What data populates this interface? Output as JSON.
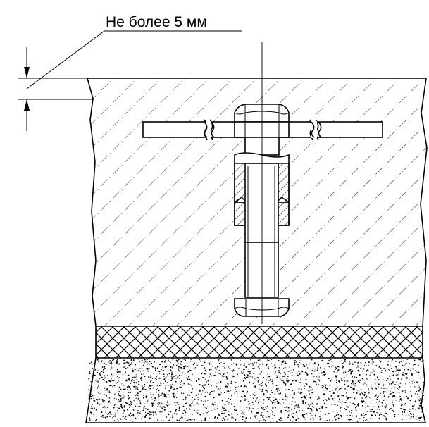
{
  "drawing": {
    "dimension_note": "Не более 5 мм",
    "colors": {
      "line": "#000000",
      "background": "#ffffff"
    },
    "layers": [
      {
        "name": "concrete-foundation",
        "pattern": "diagonal-hatch"
      },
      {
        "name": "waterproofing-layer",
        "pattern": "cross-hatch"
      },
      {
        "name": "sand-gravel-base",
        "pattern": "stipple"
      }
    ],
    "components": [
      "anchor-bolt",
      "hex-nut-top",
      "hex-nut-bottom",
      "coupling-sleeve",
      "base-plate"
    ]
  }
}
